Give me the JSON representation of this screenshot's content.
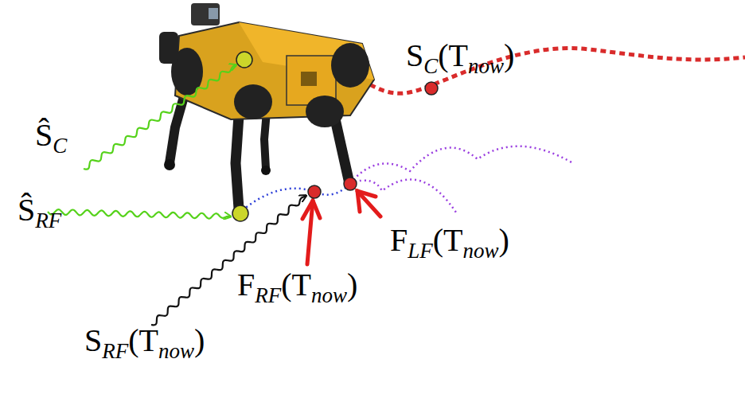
{
  "diagram": {
    "labels": [
      "ŜC",
      "ŜRF",
      "SC(Tnow)",
      "SRF(Tnow)",
      "FRF(Tnow)",
      "FLF(Tnow)"
    ]
  }
}
